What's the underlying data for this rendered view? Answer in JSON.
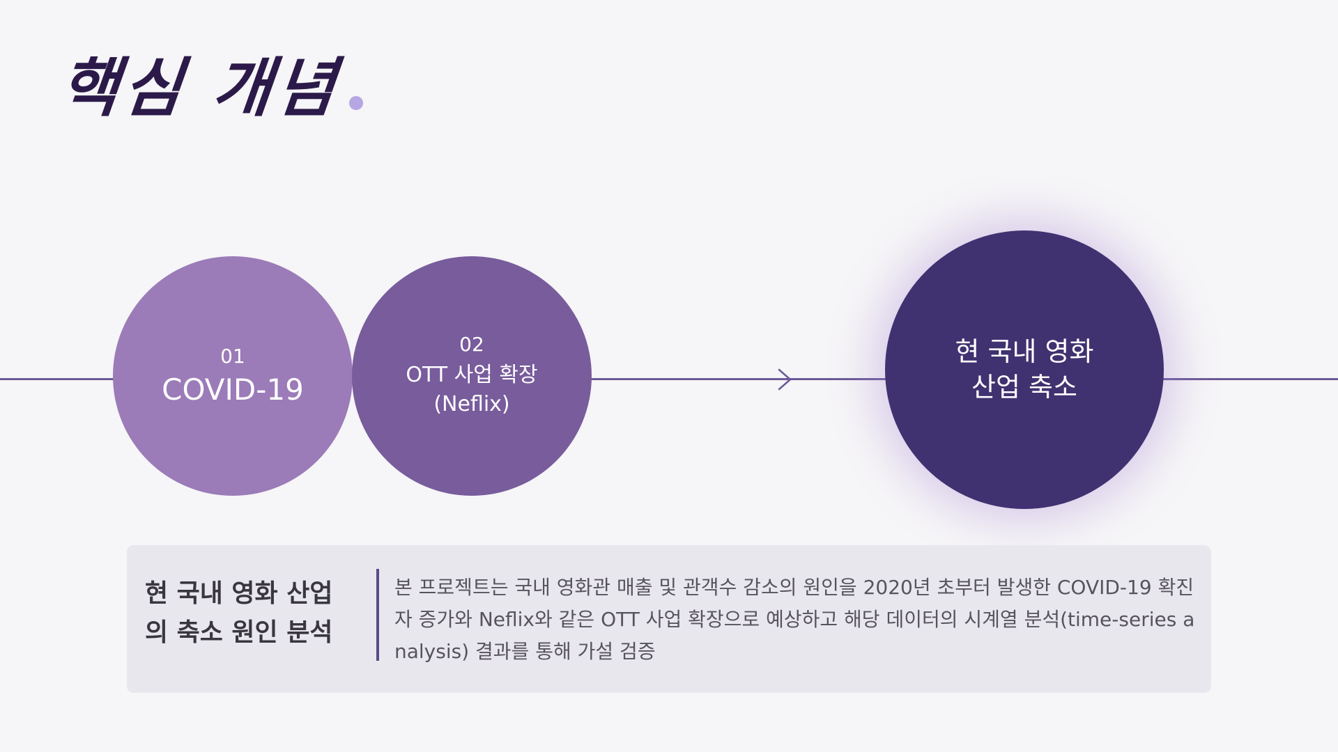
{
  "title": "핵심 개념",
  "colors": {
    "accent_dot": "#b6a6e2",
    "line": "#6b5a97",
    "circle_1": "#9b7bb8",
    "circle_2": "#785c9c",
    "circle_3": "#403270",
    "info_bg": "#e9e7ee",
    "divider": "#5a4a88"
  },
  "circles": [
    {
      "num": "01",
      "label": "COVID-19"
    },
    {
      "num": "02",
      "label_line1": "OTT 사업 확장",
      "label_line2": "(Neflix)"
    },
    {
      "label_line1": "현 국내 영화",
      "label_line2": "산업 축소"
    }
  ],
  "info": {
    "title_line1": "현 국내 영화 산업",
    "title_line2": "의 축소 원인 분석",
    "text": "본 프로젝트는 국내 영화관 매출 및 관객수 감소의 원인을 2020년 초부터 발생한 COVID-19 확진자 증가와 Neflix와 같은 OTT 사업 확장으로 예상하고 해당 데이터의 시계열 분석(time-series analysis) 결과를 통해 가설 검증"
  }
}
